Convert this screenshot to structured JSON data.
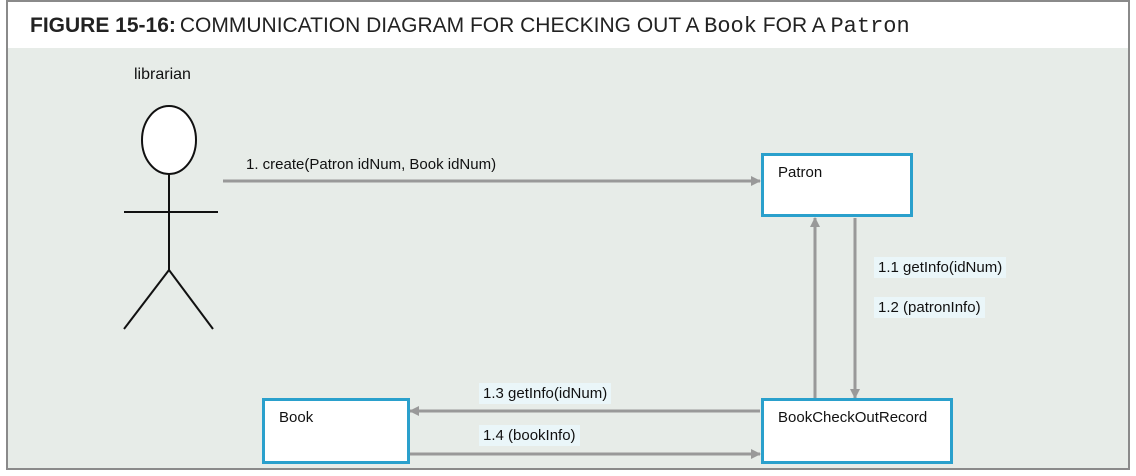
{
  "figure": {
    "number": "FIGURE 15-16:",
    "desc_prefix": "COMMUNICATION DIAGRAM FOR CHECKING OUT A ",
    "code1": "Book",
    "desc_mid": " FOR A ",
    "code2": "Patron"
  },
  "actor": {
    "label": "librarian"
  },
  "objects": {
    "patron": "Patron",
    "book": "Book",
    "record": "BookCheckOutRecord"
  },
  "messages": {
    "m1": "1. create(Patron idNum, Book idNum)",
    "m11": "1.1 getInfo(idNum)",
    "m12": "1.2 (patronInfo)",
    "m13": "1.3 getInfo(idNum)",
    "m14": "1.4 (bookInfo)"
  },
  "colors": {
    "box_border": "#2aa0cc",
    "arrow": "#999999",
    "background": "#e7ece8"
  }
}
